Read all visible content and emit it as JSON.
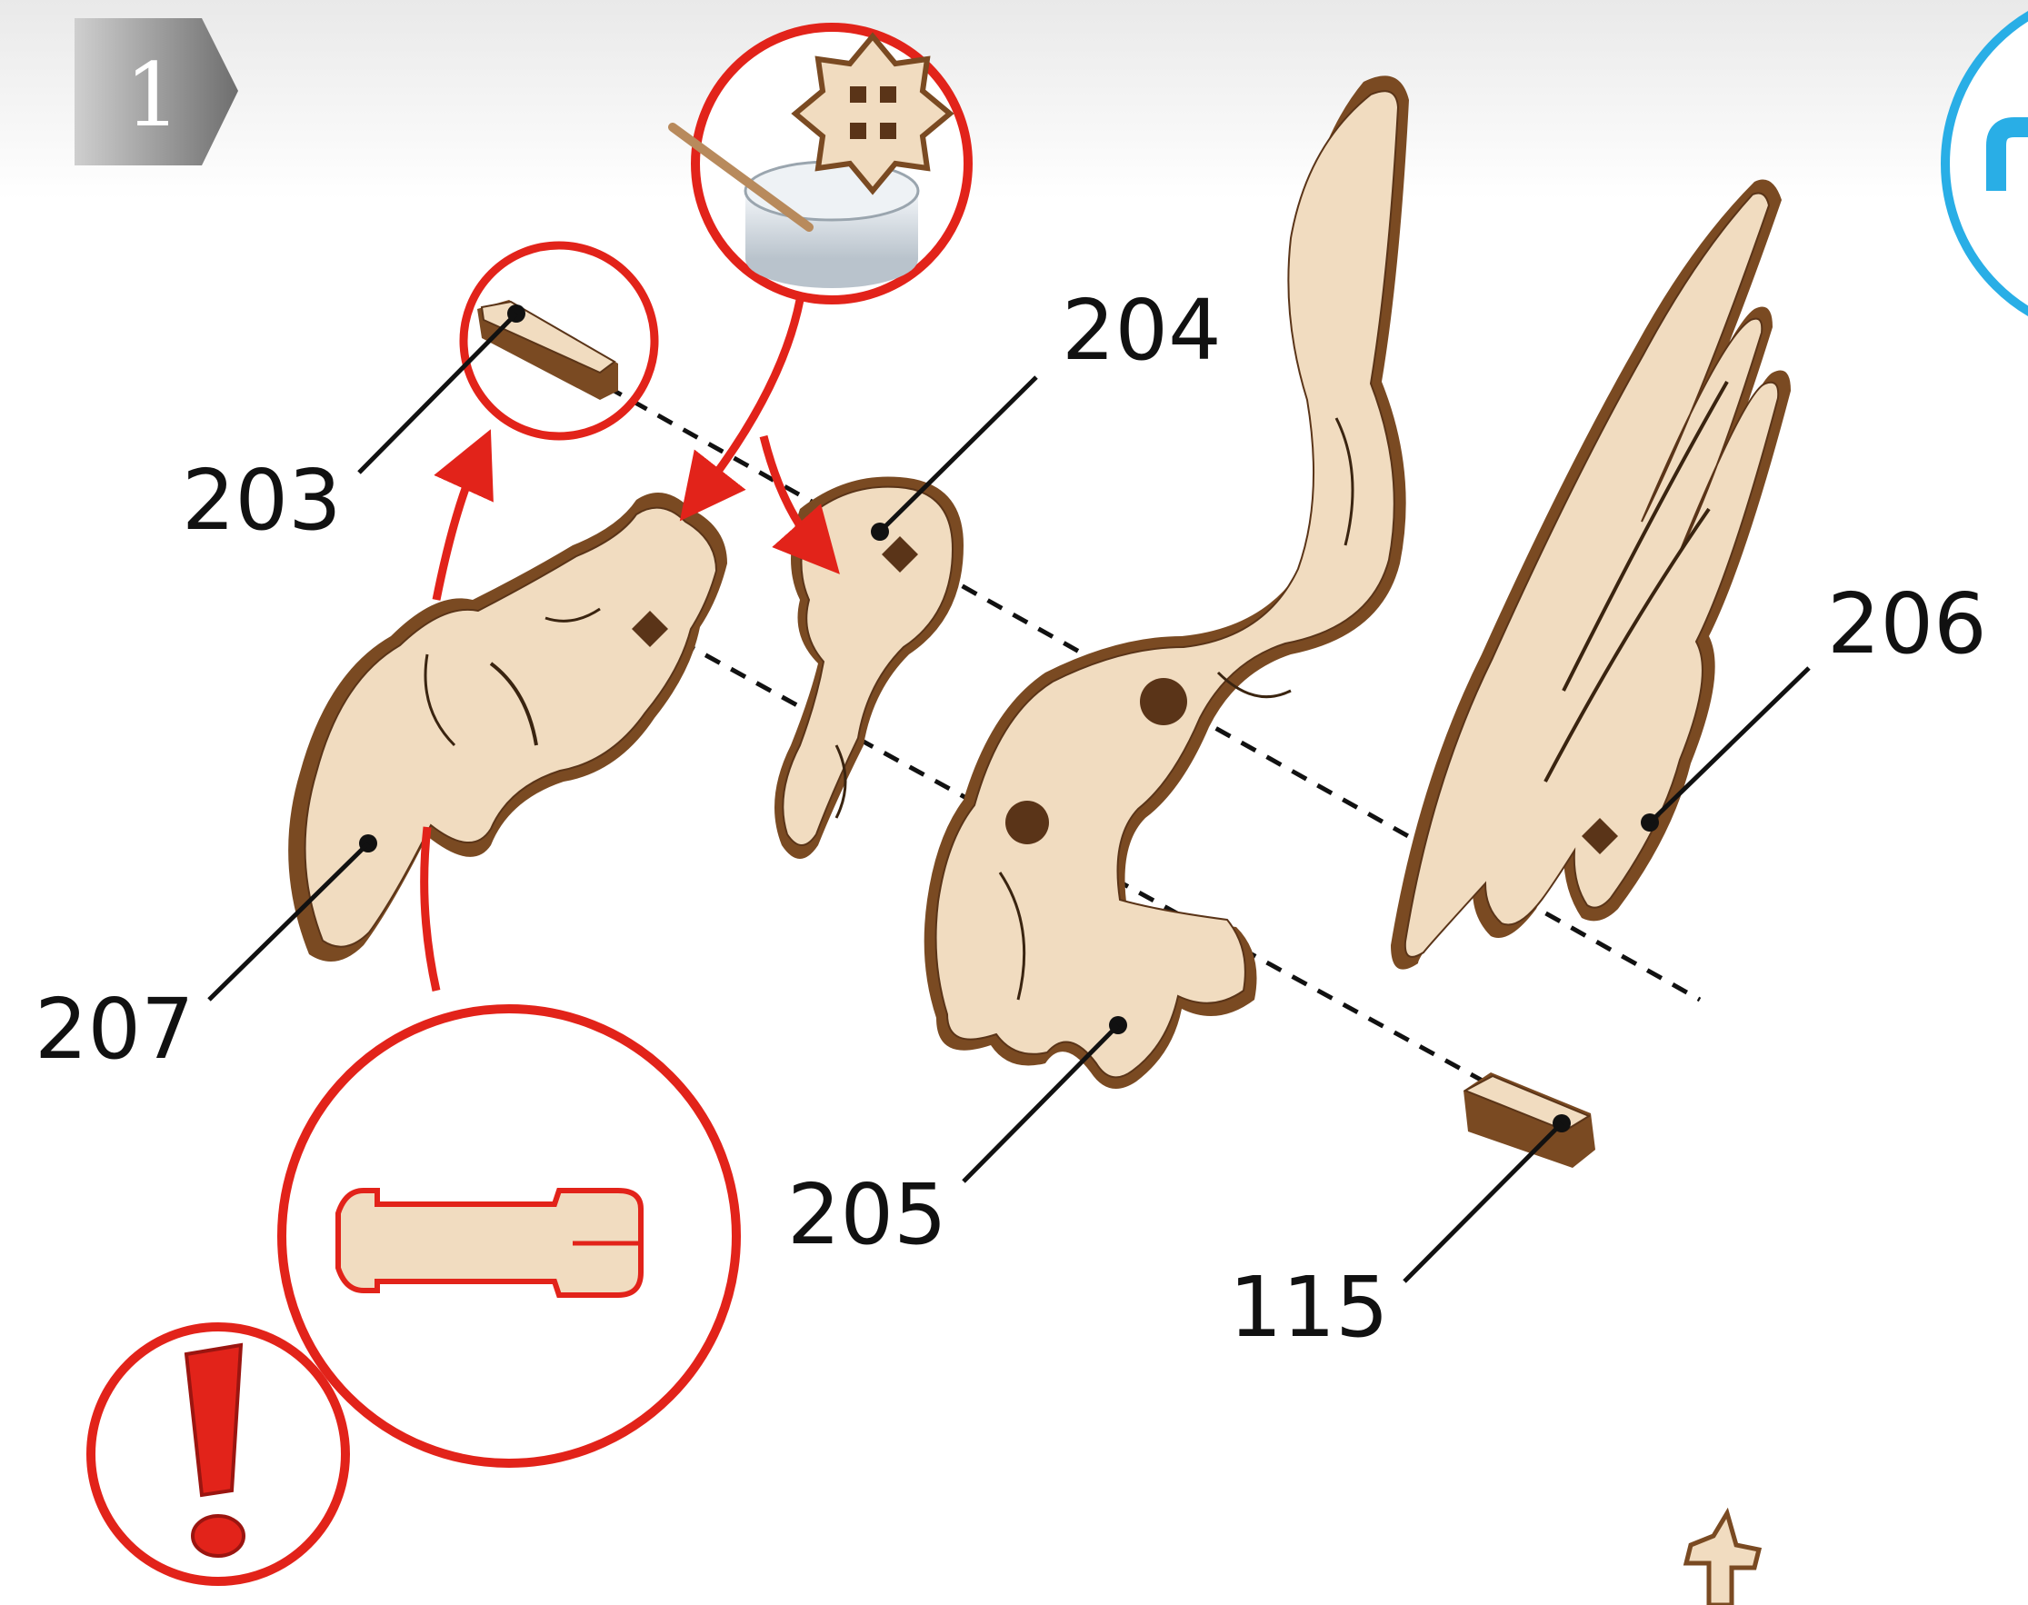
{
  "step": {
    "number": "1"
  },
  "parts": {
    "p203": "203",
    "p204": "204",
    "p205": "205",
    "p206": "206",
    "p207": "207",
    "p115": "115"
  },
  "colors": {
    "wood_face": "#f1dcc0",
    "wood_edge_dark": "#7a4a22",
    "wood_edge_mid": "#b98a5a",
    "callout_red": "#e2231a",
    "badge_blue": "#29aee6",
    "step_grey": "#8a8a8a",
    "leader_black": "#111111"
  },
  "icons": {
    "warning": "exclamation-icon",
    "glue": "glue-pot-icon",
    "badge": "blue-badge-icon"
  }
}
